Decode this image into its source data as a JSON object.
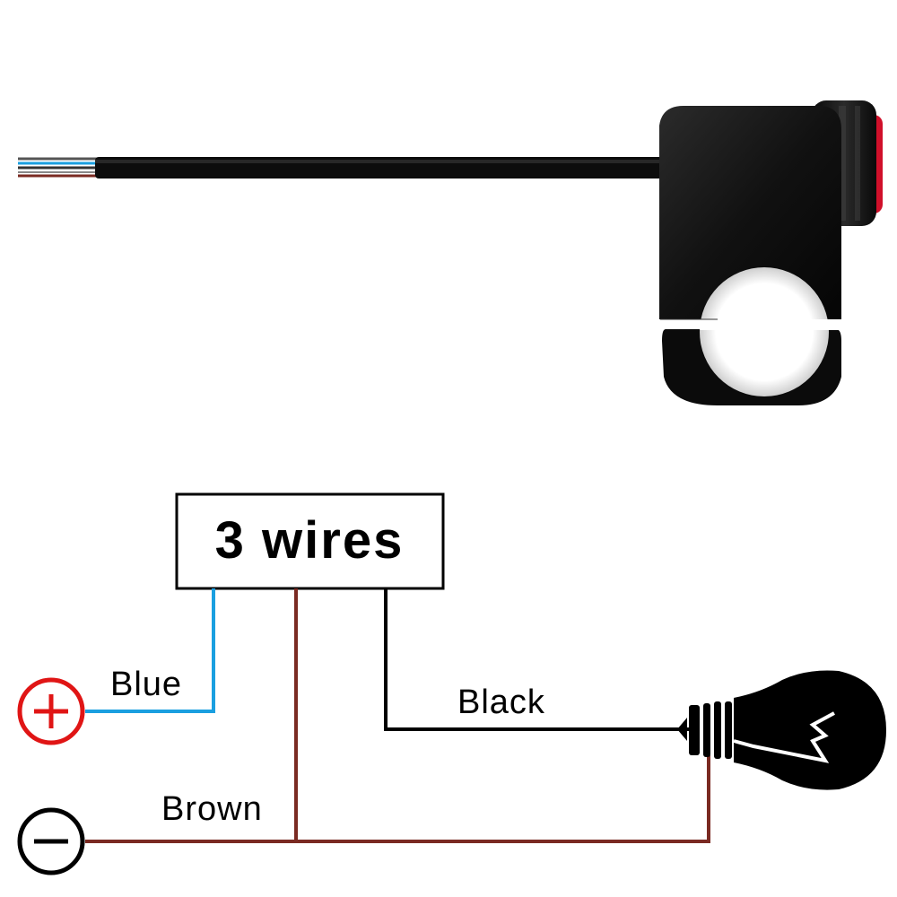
{
  "title": "3 wires",
  "wires": {
    "blue": {
      "label": "Blue",
      "color": "#1a9fe0"
    },
    "black": {
      "label": "Black",
      "color": "#000000"
    },
    "brown": {
      "label": "Brown",
      "color": "#7a2a22"
    }
  },
  "terminals": {
    "positive": {
      "symbol": "plus-icon",
      "color": "#e01515"
    },
    "negative": {
      "symbol": "minus-icon",
      "color": "#000000"
    }
  },
  "load": {
    "icon": "light-bulb-icon"
  },
  "product": {
    "icon": "handlebar-switch-icon",
    "button_color": "#d0102a"
  }
}
